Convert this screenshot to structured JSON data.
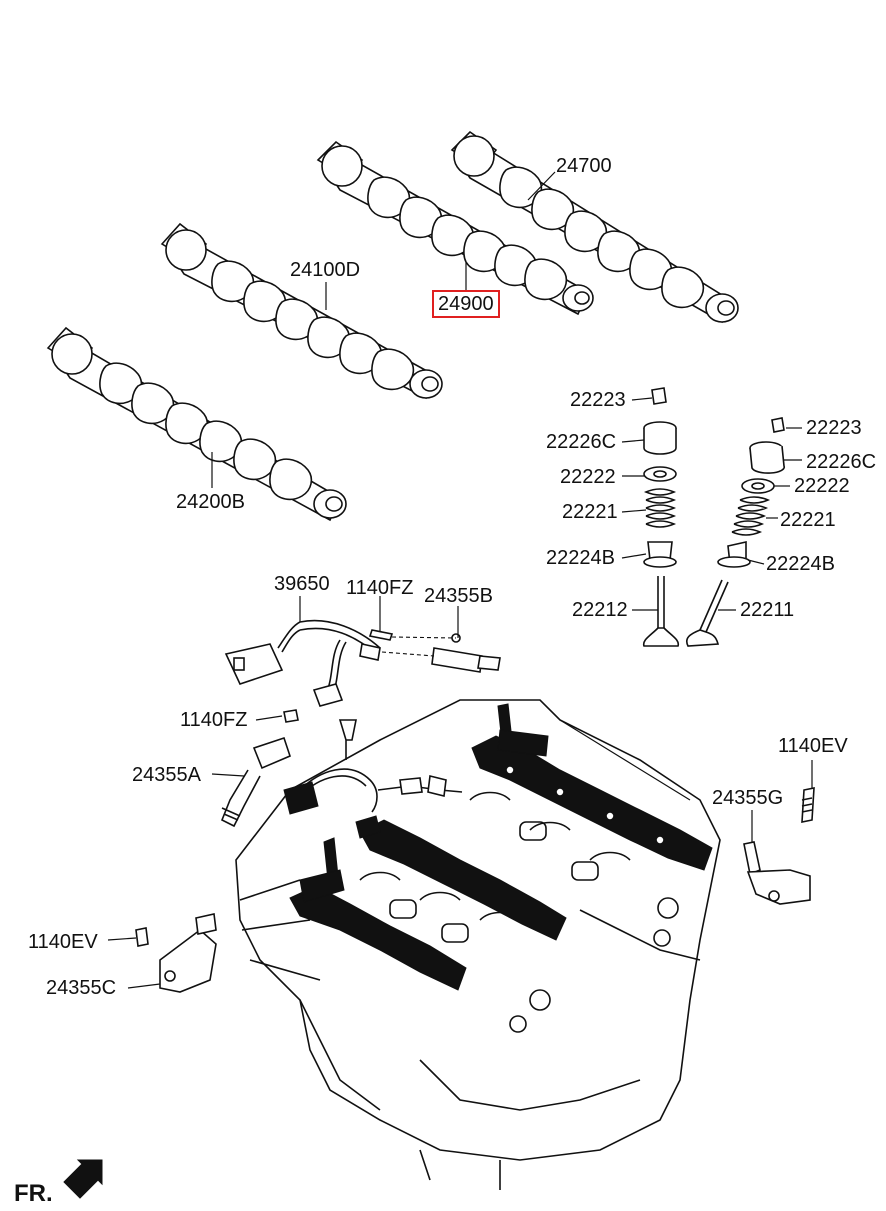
{
  "diagram": {
    "parts": [
      {
        "id": "p-24700",
        "label": "24700"
      },
      {
        "id": "p-24100d",
        "label": "24100D"
      },
      {
        "id": "p-24900",
        "label": "24900",
        "highlight_color": "#e02020"
      },
      {
        "id": "p-24200b",
        "label": "24200B"
      },
      {
        "id": "p-22223-l",
        "label": "22223"
      },
      {
        "id": "p-22226c-l",
        "label": "22226C"
      },
      {
        "id": "p-22222-l",
        "label": "22222"
      },
      {
        "id": "p-22221-l",
        "label": "22221"
      },
      {
        "id": "p-22224b-l",
        "label": "22224B"
      },
      {
        "id": "p-22212",
        "label": "22212"
      },
      {
        "id": "p-22223-r",
        "label": "22223"
      },
      {
        "id": "p-22226c-r",
        "label": "22226C"
      },
      {
        "id": "p-22222-r",
        "label": "22222"
      },
      {
        "id": "p-22221-r",
        "label": "22221"
      },
      {
        "id": "p-22224b-r",
        "label": "22224B"
      },
      {
        "id": "p-22211",
        "label": "22211"
      },
      {
        "id": "p-39650",
        "label": "39650"
      },
      {
        "id": "p-1140fz-top",
        "label": "1140FZ"
      },
      {
        "id": "p-24355b",
        "label": "24355B"
      },
      {
        "id": "p-1140fz-left",
        "label": "1140FZ"
      },
      {
        "id": "p-24355a",
        "label": "24355A"
      },
      {
        "id": "p-1140ev-right",
        "label": "1140EV"
      },
      {
        "id": "p-24355g",
        "label": "24355G"
      },
      {
        "id": "p-1140ev-left",
        "label": "1140EV"
      },
      {
        "id": "p-24355c",
        "label": "24355C"
      }
    ],
    "direction_marker": "FR."
  }
}
